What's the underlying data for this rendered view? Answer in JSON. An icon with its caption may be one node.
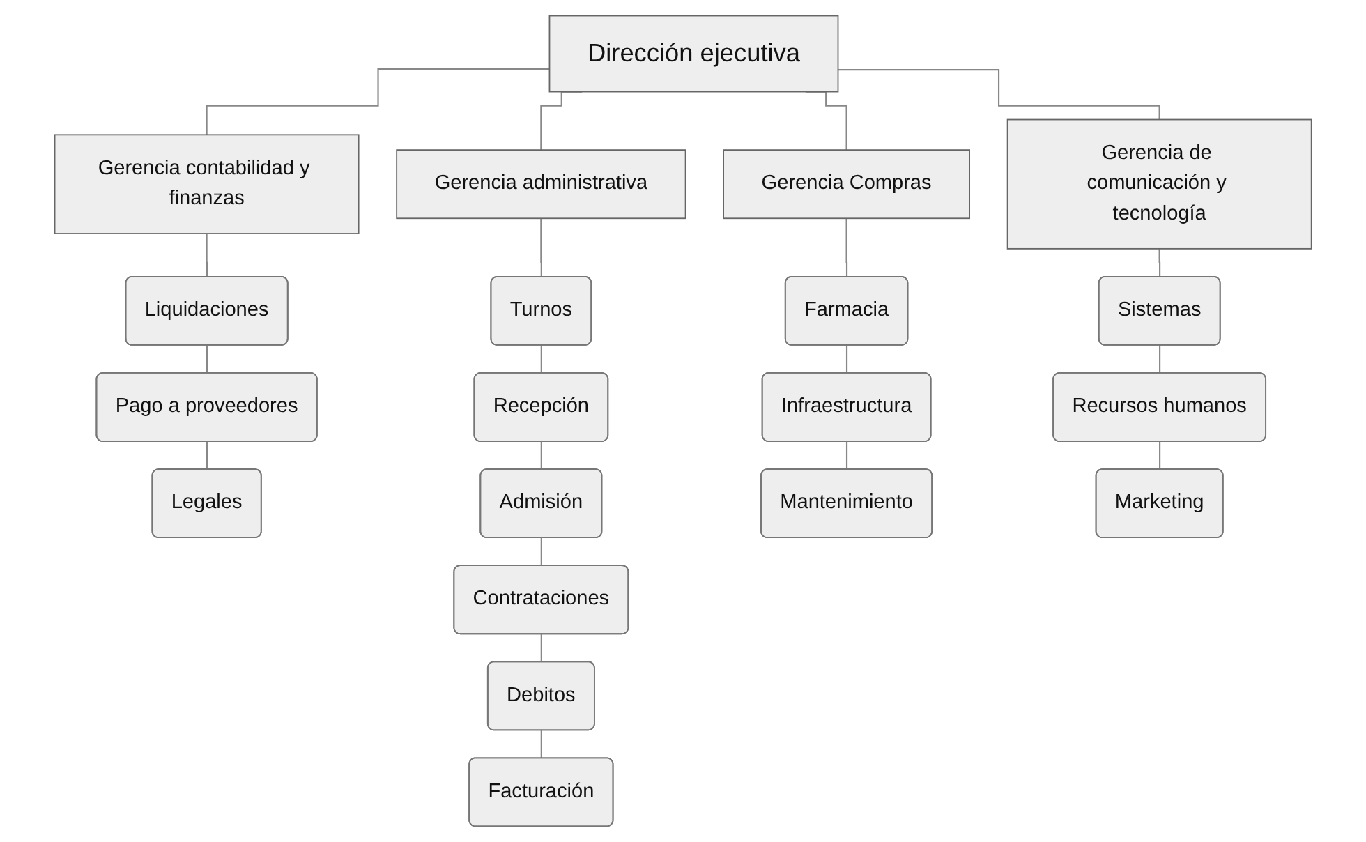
{
  "diagram": {
    "nodes": [
      {
        "text": [
          "Dirección ejecutiva"
        ]
      },
      {
        "text": [
          "Gerencia contabilidad y finanzas"
        ]
      },
      {
        "text": [
          "Gerencia administrativa"
        ]
      },
      {
        "text": [
          "Gerencia Compras"
        ]
      },
      {
        "text": [
          "Gerencia de comunicación y tecnología"
        ]
      },
      {
        "text": [
          "Liquidaciones"
        ]
      },
      {
        "text": [
          "Pago a proveedores"
        ]
      },
      {
        "text": [
          "Legales"
        ]
      },
      {
        "text": [
          "Turnos"
        ]
      },
      {
        "text": [
          "Recepción"
        ]
      },
      {
        "text": [
          "Admisión"
        ]
      },
      {
        "text": [
          "Contrataciones"
        ]
      },
      {
        "text": [
          "Debitos"
        ]
      },
      {
        "text": [
          "Facturación"
        ]
      },
      {
        "text": [
          "Farmacia"
        ]
      },
      {
        "text": [
          "Infraestructura"
        ]
      },
      {
        "text": [
          "Mantenimiento"
        ]
      },
      {
        "text": [
          "Sistemas"
        ]
      },
      {
        "text": [
          "Recursos humanos"
        ]
      },
      {
        "text": [
          "Marketing"
        ]
      }
    ],
    "edges": [
      {
        "from": 0,
        "to": 1,
        "arrow": "none"
      },
      {
        "from": 0,
        "to": 2,
        "arrow": "none"
      },
      {
        "from": 0,
        "to": 3,
        "arrow": "none"
      },
      {
        "from": 0,
        "to": 4,
        "arrow": "none"
      },
      {
        "from": 1,
        "to": 5,
        "arrow": "none"
      },
      {
        "from": 5,
        "to": 6,
        "arrow": "none"
      },
      {
        "from": 6,
        "to": 7,
        "arrow": "none"
      },
      {
        "from": 2,
        "to": 8,
        "arrow": "none"
      },
      {
        "from": 8,
        "to": 9,
        "arrow": "none"
      },
      {
        "from": 9,
        "to": 10,
        "arrow": "none"
      },
      {
        "from": 10,
        "to": 11,
        "arrow": "none"
      },
      {
        "from": 11,
        "to": 12,
        "arrow": "none"
      },
      {
        "from": 12,
        "to": 13,
        "arrow": "none"
      },
      {
        "from": 3,
        "to": 14,
        "arrow": "none"
      },
      {
        "from": 14,
        "to": 15,
        "arrow": "none"
      },
      {
        "from": 15,
        "to": 16,
        "arrow": "none"
      },
      {
        "from": 4,
        "to": 17,
        "arrow": "none"
      },
      {
        "from": 17,
        "to": 18,
        "arrow": "none"
      },
      {
        "from": 18,
        "to": 19,
        "arrow": "none"
      }
    ]
  }
}
